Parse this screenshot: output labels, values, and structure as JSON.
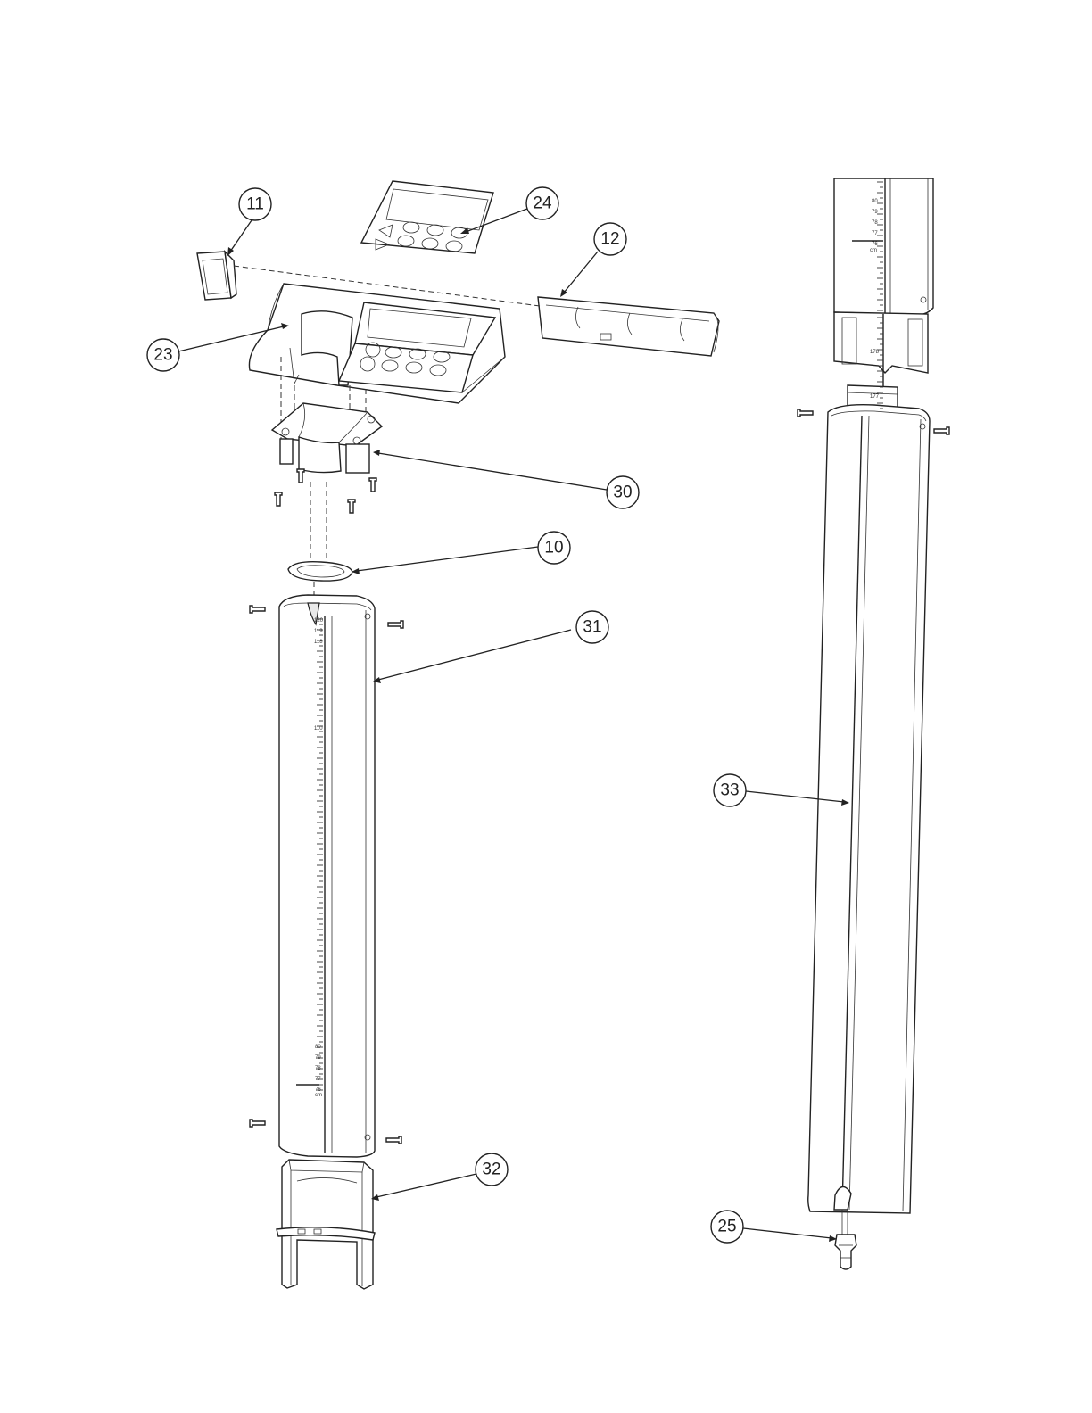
{
  "callouts": {
    "c11": "11",
    "c24": "24",
    "c12": "12",
    "c23": "23",
    "c30": "30",
    "c10": "10",
    "c31": "31",
    "c32": "32",
    "c33": "33",
    "c25": "25"
  },
  "scale_left": {
    "top_labels": [
      "120",
      "119",
      "118"
    ],
    "mid_label": "110",
    "bottom_labels": [
      "80",
      "79",
      "78",
      "77",
      "76",
      "cm"
    ]
  },
  "scale_right": {
    "top_labels": [
      "80",
      "79",
      "78",
      "77",
      "76",
      "cm"
    ],
    "lower_labels": [
      "178",
      "177"
    ]
  },
  "colors": {
    "line": "#222222",
    "background": "#ffffff",
    "shade": "#e9e9e9"
  }
}
